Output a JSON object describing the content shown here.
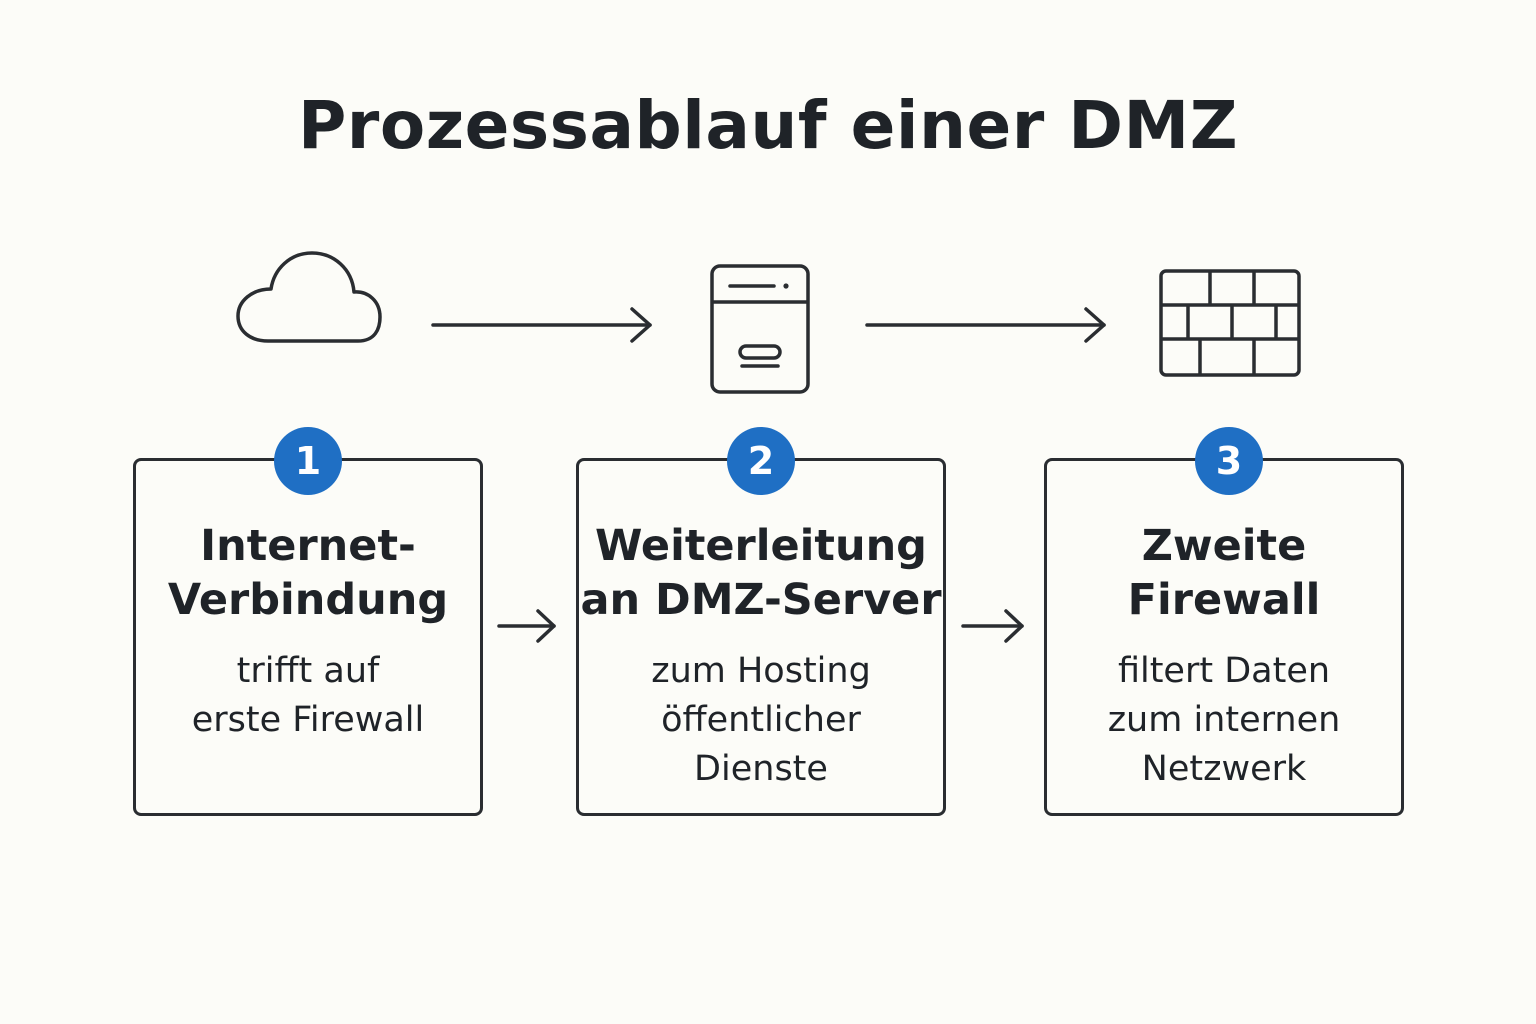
{
  "title": "Prozessablauf einer DMZ",
  "accent_color": "#1f6fc4",
  "icons": {
    "step1": "cloud-icon",
    "step2": "server-icon",
    "step3": "firewall-brick-icon"
  },
  "steps": [
    {
      "number": "1",
      "title": "Internet-\nVerbindung",
      "description": "trifft auf\nerste Firewall"
    },
    {
      "number": "2",
      "title": "Weiterleitung\nan DMZ-Server",
      "description": "zum Hosting\nöffentlicher\nDienste"
    },
    {
      "number": "3",
      "title": "Zweite\nFirewall",
      "description": "filtert Daten\nzum internen\nNetzwerk"
    }
  ]
}
